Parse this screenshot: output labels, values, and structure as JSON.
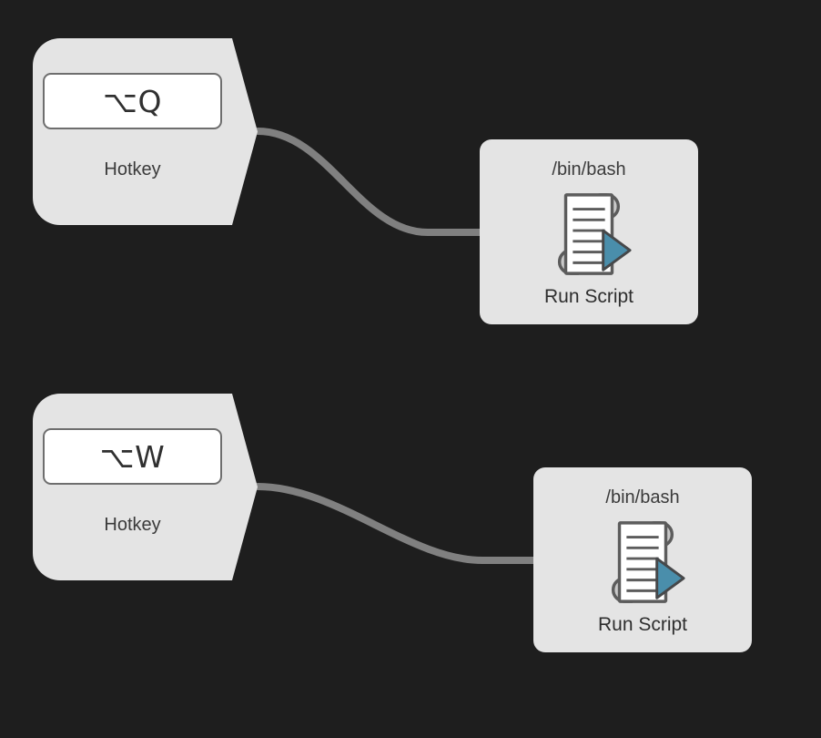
{
  "canvas": {
    "background_color": "#1e1e1e",
    "node_fill_color": "#e4e4e4",
    "connector_color": "#808080",
    "accent_color": "#4a8eab",
    "key_field_background": "#ffffff",
    "key_field_border": "#6e6e6e",
    "text_color": "#3a3a3a"
  },
  "nodes": [
    {
      "id": "hotkey-q",
      "type": "hotkey",
      "shortcut": "⌥Q",
      "label": "Hotkey",
      "icon": "hotkey-tag-icon"
    },
    {
      "id": "run-script-1",
      "type": "run-script",
      "path": "/bin/bash",
      "label": "Run Script",
      "icon": "script-document-play-icon"
    },
    {
      "id": "hotkey-w",
      "type": "hotkey",
      "shortcut": "⌥W",
      "label": "Hotkey",
      "icon": "hotkey-tag-icon"
    },
    {
      "id": "run-script-2",
      "type": "run-script",
      "path": "/bin/bash",
      "label": "Run Script",
      "icon": "script-document-play-icon"
    }
  ],
  "connections": [
    {
      "from": "hotkey-q",
      "to": "run-script-1"
    },
    {
      "from": "hotkey-w",
      "to": "run-script-2"
    }
  ]
}
